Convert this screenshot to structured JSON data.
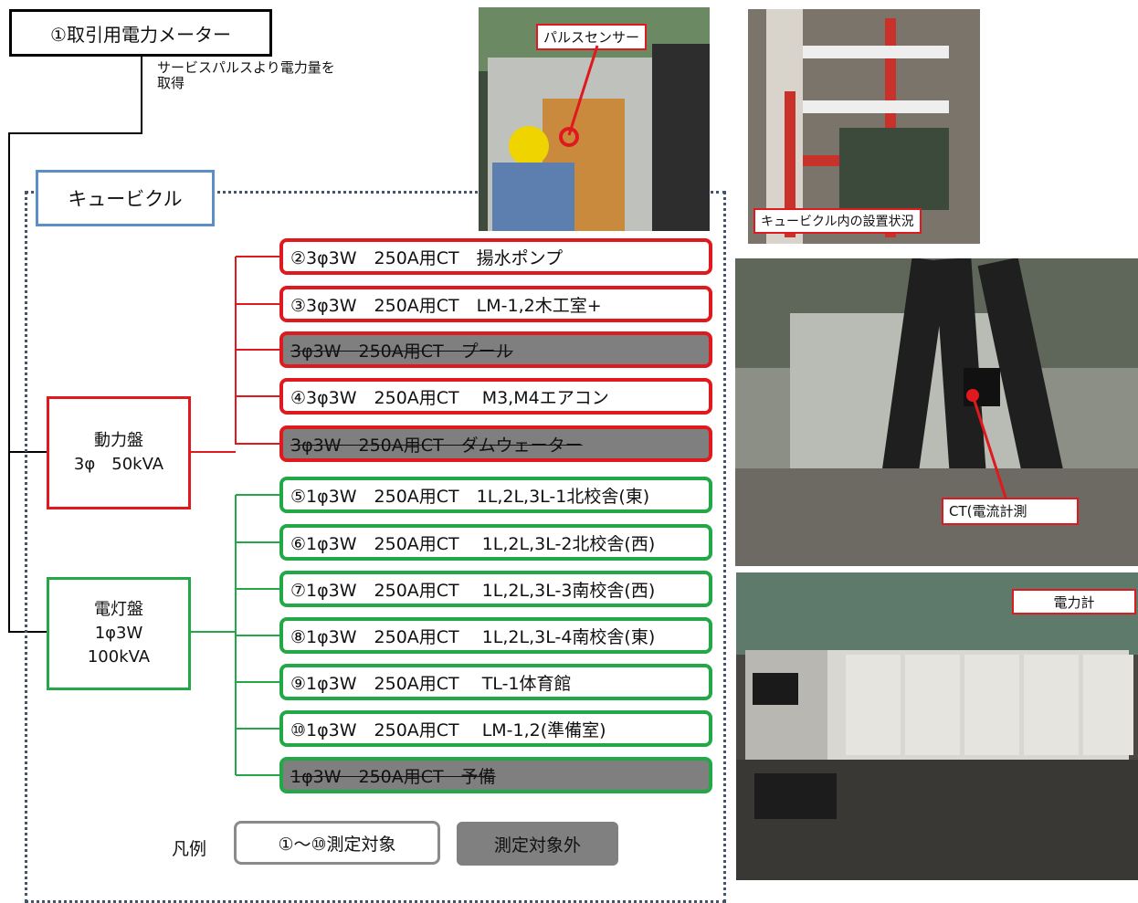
{
  "meter": {
    "title": "①取引用電力メーター",
    "note_line1": "サービスパルスより電力量を",
    "note_line2": "取得"
  },
  "cubicle": {
    "label": "キュービクル"
  },
  "power_panel": {
    "name": "動力盤",
    "spec": "3φ　50kVA"
  },
  "light_panel": {
    "name": "電灯盤",
    "spec1": "1φ3W",
    "spec2": "100kVA"
  },
  "circuits": [
    {
      "label": "②3φ3W　250A用CT　揚水ポンプ",
      "group": "power",
      "measured": true
    },
    {
      "label": "③3φ3W　250A用CT　LM-1,2木工室+",
      "group": "power",
      "measured": true
    },
    {
      "label": "3φ3W　250A用CT　プール",
      "group": "power",
      "measured": false
    },
    {
      "label": "④3φ3W　250A用CT　 M3,M4エアコン",
      "group": "power",
      "measured": true
    },
    {
      "label": "3φ3W　250A用CT　ダムウェーター",
      "group": "power",
      "measured": false
    },
    {
      "label": "⑤1φ3W　250A用CT　1L,2L,3L-1北校舎(東)",
      "group": "light",
      "measured": true
    },
    {
      "label": "⑥1φ3W　250A用CT　 1L,2L,3L-2北校舎(西)",
      "group": "light",
      "measured": true
    },
    {
      "label": "⑦1φ3W　250A用CT　 1L,2L,3L-3南校舎(西)",
      "group": "light",
      "measured": true
    },
    {
      "label": "⑧1φ3W　250A用CT　 1L,2L,3L-4南校舎(東)",
      "group": "light",
      "measured": true
    },
    {
      "label": "⑨1φ3W　250A用CT　 TL-1体育館",
      "group": "light",
      "measured": true
    },
    {
      "label": "⑩1φ3W　250A用CT　 LM-1,2(準備室)",
      "group": "light",
      "measured": true
    },
    {
      "label": "1φ3W　250A用CT　予備",
      "group": "light",
      "measured": false
    }
  ],
  "legend": {
    "label": "凡例",
    "measured": "①～⑩測定対象",
    "excluded": "測定対象外"
  },
  "photos": {
    "pulse_sensor": "パルスセンサー",
    "cubicle_install": "キュービクル内の設置状況",
    "ct": "CT(電流計測",
    "power_meter": "電力計"
  },
  "colors": {
    "power": "#e0191e",
    "light": "#22a847",
    "cubicle": "#5b8fc6",
    "excluded_fill": "#7f7f7f"
  }
}
